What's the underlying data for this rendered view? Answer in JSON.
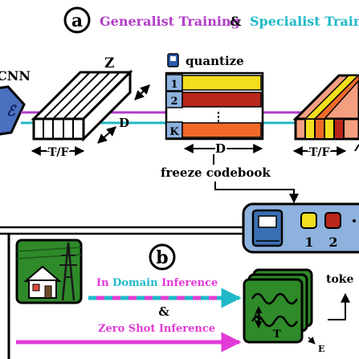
{
  "panel_a": {
    "badge": "a",
    "title_generalist": "Generalist Training",
    "title_amp": "&",
    "title_specialist": "Specialist Traini",
    "encoder_label": "CNN",
    "encoder_symbol": "ℰ",
    "z_label": "Z",
    "d_label_left": "D",
    "tf_label_left": "T/F",
    "quantize_label": "quantize",
    "codebook_rows": [
      "1",
      "2",
      "K"
    ],
    "codebook_dots": "⋮",
    "codebook_d_label": "D",
    "tf_label_right": "T/F",
    "freeze_label": "freeze codebook"
  },
  "panel_b": {
    "badge": "b",
    "in_domain_prefix": "In ",
    "in_domain_word": "Domain",
    "in_domain_suffix": " Inference",
    "amp": "&",
    "zero_shot": "Zero Shot Inference",
    "tokens_label": "toke",
    "s_label": "S",
    "t_label": "T",
    "e_label": "E",
    "codebook_key_1": "1",
    "codebook_key_2": "2"
  },
  "colors": {
    "purple": "#b23cc8",
    "cyan": "#1fb8c8",
    "magenta": "#e23ad6",
    "encoder_blue": "#4a70c0",
    "yellow": "#f2de1e",
    "darkred": "#b8261c",
    "orange": "#ef6a2a",
    "codebook_panel": "#8eb2de",
    "book_blue": "#3a6fb3",
    "green": "#2f8a2a",
    "salmon": "#f4a080"
  },
  "icons": [
    "book-icon",
    "house-icon",
    "power-tower-icon",
    "signal-stack-icon",
    "codebook-key-icon"
  ]
}
